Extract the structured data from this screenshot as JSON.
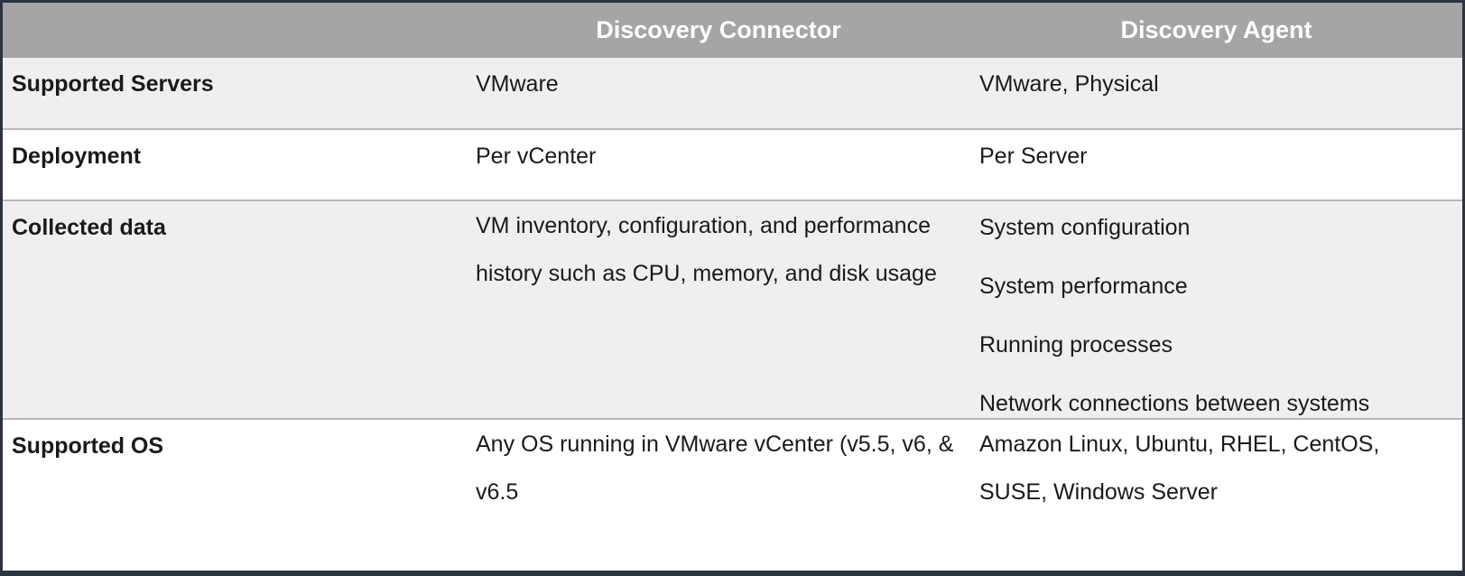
{
  "table": {
    "headers": [
      "",
      "Discovery Connector",
      "Discovery Agent"
    ],
    "rows": [
      {
        "label": "Supported Servers",
        "connector": "VMware",
        "agent": [
          "VMware, Physical"
        ]
      },
      {
        "label": "Deployment",
        "connector": "Per vCenter",
        "agent": [
          "Per Server"
        ]
      },
      {
        "label": "Collected data",
        "connector": "VM inventory, configuration, and performance history such as CPU, memory, and disk usage",
        "agent": [
          "System configuration",
          "System performance",
          "Running processes",
          "Network connections between systems"
        ]
      },
      {
        "label": "Supported OS",
        "connector": "Any OS running in VMware vCenter (v5.5, v6, & v6.5",
        "agent": [
          "Amazon Linux, Ubuntu, RHEL, CentOS, SUSE, Windows Server"
        ]
      }
    ]
  }
}
